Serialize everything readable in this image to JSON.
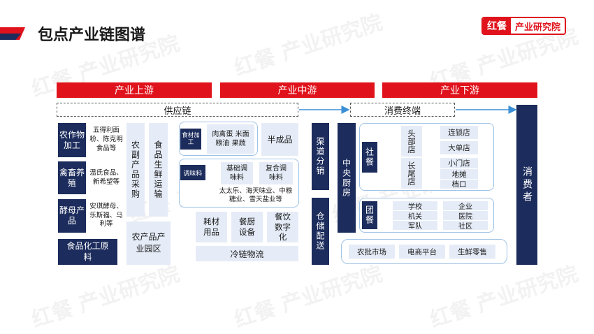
{
  "title": "包点产业链图谱",
  "logo": {
    "badge": "红餐",
    "text": "产业研究院"
  },
  "watermark": "红餐 产业研究院",
  "headers": {
    "upstream": "产业上游",
    "midstream": "产业中游",
    "downstream": "产业下游"
  },
  "bars": {
    "supply_chain": "供应链",
    "consumer_terminal": "消费终端"
  },
  "upstream": {
    "rows": [
      {
        "label": "农作物加工",
        "detail": "五得利面粉、陈克明食品等"
      },
      {
        "label": "禽畜养殖",
        "detail": "温氏食品、新希望等"
      },
      {
        "label": "酵母产品",
        "detail": "安琪酵母、乐斯福、马利等"
      }
    ],
    "food_materials": "食品化工原料",
    "agri_procurement": "农副产品采购",
    "fresh_transport": "食品生鲜运输",
    "agri_park": "农产品产业园区"
  },
  "midstream": {
    "ingredient_processing": "食材加工",
    "ingredients": "肉禽蛋 米面粮油 果蔬",
    "semi_finished": "半成品",
    "seasoning": "调味料",
    "basic_seasoning": "基础调味料",
    "compound_seasoning": "复合调味料",
    "seasoning_brands": "太太乐、海天味业、中粮糖业、雪天盐业等",
    "consumables": "耗材用品",
    "kitchen_equipment": "餐厨设备",
    "digitalization": "餐饮数字化",
    "cold_chain": "冷链物流",
    "channel_distribution": "渠道分销",
    "storage_delivery": "仓储配送",
    "central_kitchen": "中央厨房"
  },
  "downstream": {
    "social_dining": "社餐",
    "leading_stores": "头部店",
    "long_tail_stores": "长尾店",
    "store_types": [
      "连锁店",
      "大单店",
      "小门店",
      "地摊",
      "档口"
    ],
    "group_dining": "团餐",
    "group_types": [
      "学校",
      "企业",
      "机关",
      "医院",
      "军队",
      "社区"
    ],
    "retail_channels": [
      "农批市场",
      "电商平台",
      "生鲜零售"
    ],
    "consumer": "消费者"
  }
}
